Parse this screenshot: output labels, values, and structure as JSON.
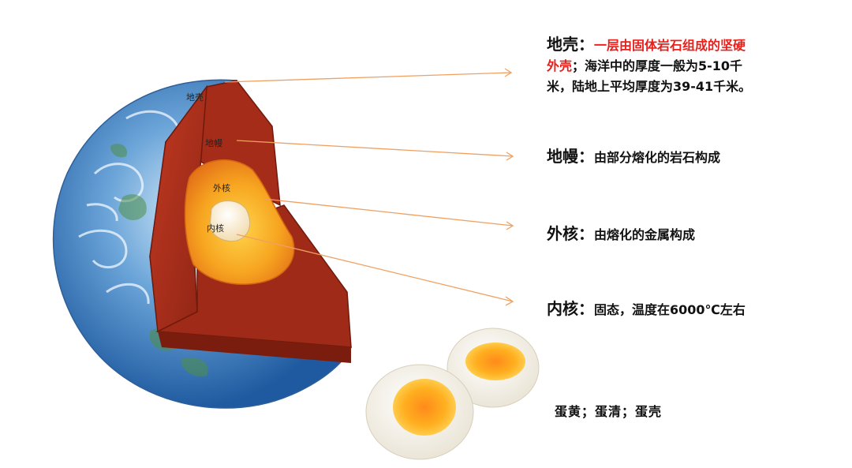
{
  "diagram_labels": {
    "crust": "地壳",
    "mantle": "地幔",
    "outer_core": "外核",
    "inner_core": "内核"
  },
  "descriptions": {
    "crust": {
      "term": "地壳",
      "colon": "：",
      "red_text_1": "一层由固体岩石组成的坚硬",
      "red_text_2": "外壳",
      "text_2_rest": "；海洋中的厚度一般为5-10千",
      "text_3": "米，陆地上平均厚度为39-41千米。"
    },
    "mantle": {
      "term": "地幔",
      "colon": "：",
      "text": "由部分熔化的岩石构成"
    },
    "outer_core": {
      "term": "外核",
      "colon": "：",
      "text": "由熔化的金属构成"
    },
    "inner_core": {
      "term": "内核",
      "colon": "：",
      "text": "固态，温度在6000℃左右"
    }
  },
  "egg_caption": "蛋黄；蛋清；蛋壳",
  "colors": {
    "arrow": "#f0a060",
    "highlight_red": "#e8201b",
    "mantle": "#b8301e",
    "outer_core": "#f08a20",
    "inner_core": "#fff4dc",
    "ocean": "#3a78c0"
  }
}
